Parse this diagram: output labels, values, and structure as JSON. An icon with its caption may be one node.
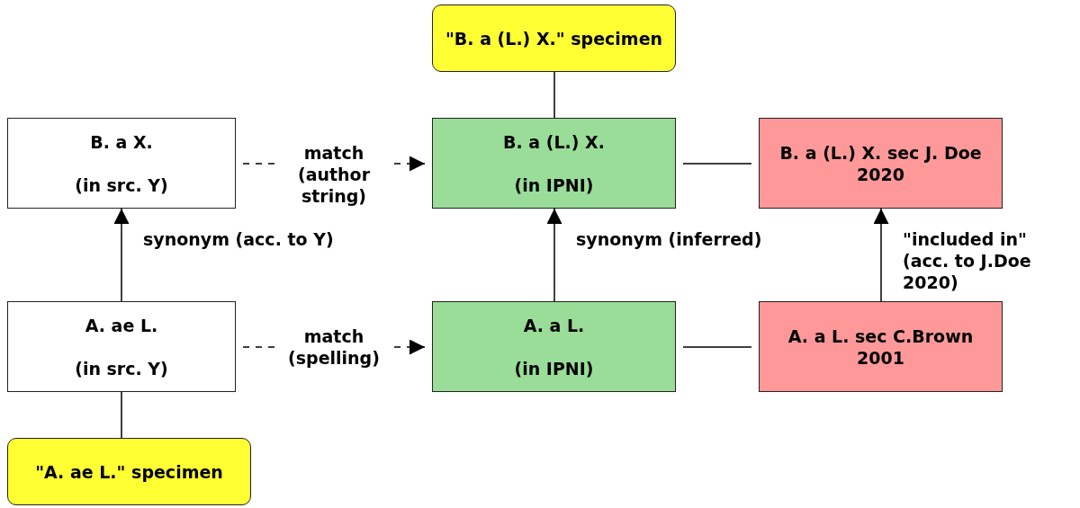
{
  "diagram": {
    "nodes": [
      {
        "text": [
          "\"B. a (L.) X.\" specimen"
        ]
      },
      {
        "text": [
          "B. a X.",
          "(in src. Y)"
        ]
      },
      {
        "text": [
          "B. a (L.) X.",
          "(in IPNI)"
        ]
      },
      {
        "text": [
          "B. a (L.) X. sec J. Doe 2020"
        ]
      },
      {
        "text": [
          "A. ae L.",
          "(in src. Y)"
        ]
      },
      {
        "text": [
          "A. a L.",
          "(in IPNI)"
        ]
      },
      {
        "text": [
          "A. a L. sec C.Brown 2001"
        ]
      },
      {
        "text": [
          "\"A. ae L.\" specimen"
        ]
      }
    ],
    "edges": [
      {
        "from": 1,
        "to": 2,
        "arrow": "to",
        "label": "match (author string)",
        "style": "dashed"
      },
      {
        "from": 0,
        "to": 2,
        "arrow": "none"
      },
      {
        "from": 2,
        "to": 3,
        "arrow": "none"
      },
      {
        "from": 4,
        "to": 1,
        "arrow": "to",
        "label": "synonym (acc. to Y)"
      },
      {
        "from": 4,
        "to": 5,
        "arrow": "to",
        "label": "match (spelling)",
        "style": "dashed"
      },
      {
        "from": 5,
        "to": 2,
        "arrow": "to",
        "label": "synonym (inferred)"
      },
      {
        "from": 5,
        "to": 6,
        "arrow": "none"
      },
      {
        "from": 6,
        "to": 3,
        "arrow": "to",
        "label": "\"included in\" (acc. to J.Doe 2020)"
      },
      {
        "from": 7,
        "to": 4,
        "arrow": "none"
      }
    ]
  }
}
